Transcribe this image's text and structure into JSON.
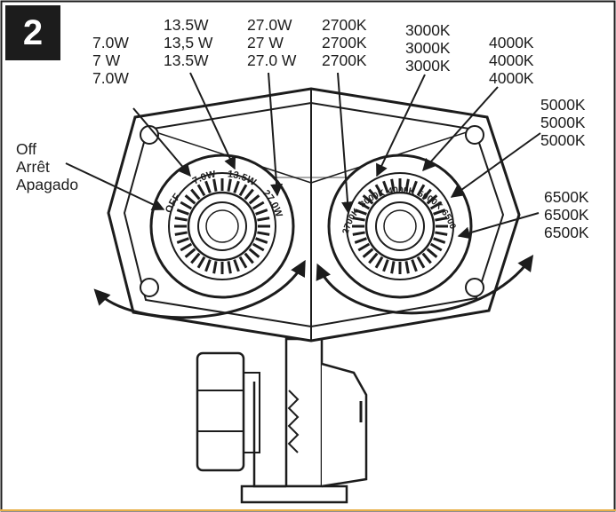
{
  "step": {
    "number": "2"
  },
  "wattage": {
    "dial_positions": [
      "OFF",
      "7.0W",
      "13.5W",
      "27.0W"
    ],
    "callouts": {
      "off": [
        "Off",
        "Arrêt",
        "Apagado"
      ],
      "w7": [
        "7.0W",
        "7 W",
        "7.0W"
      ],
      "w135": [
        "13.5W",
        "13,5 W",
        "13.5W"
      ],
      "w27": [
        "27.0W",
        "27 W",
        "27.0 W"
      ]
    }
  },
  "color_temperature": {
    "dial_positions": [
      "2700K",
      "3000K",
      "4000K",
      "5000K",
      "6500K"
    ],
    "callouts": {
      "k2700": [
        "2700K",
        "2700K",
        "2700K"
      ],
      "k3000": [
        "3000K",
        "3000K",
        "3000K"
      ],
      "k4000": [
        "4000K",
        "4000K",
        "4000K"
      ],
      "k5000": [
        "5000K",
        "5000K",
        "5000K"
      ],
      "k6500": [
        "6500K",
        "6500K",
        "6500K"
      ]
    }
  },
  "colors": {
    "ink": "#1c1c1c",
    "paper": "#ffffff",
    "accent": "#e8b04a"
  }
}
